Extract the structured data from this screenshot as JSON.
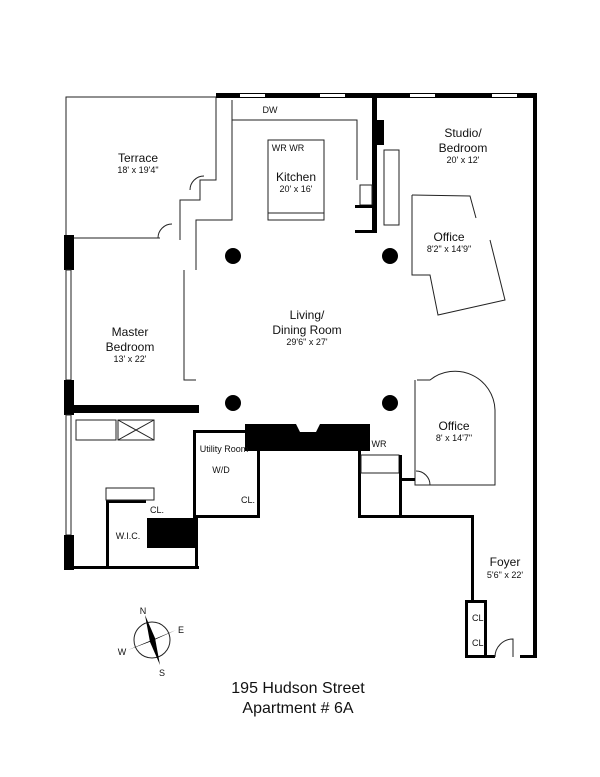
{
  "rooms": {
    "terrace": {
      "name": "Terrace",
      "dim": "18' x 19'4\""
    },
    "kitchen": {
      "name": "Kitchen",
      "dim": "20' x 16'"
    },
    "studio": {
      "name1": "Studio/",
      "name2": "Bedroom",
      "dim": "20' x 12'"
    },
    "office_north": {
      "name": "Office",
      "dim": "8'2\" x 14'9\""
    },
    "living": {
      "name1": "Living/",
      "name2": "Dining Room",
      "dim": "29'6\" x 27'"
    },
    "master": {
      "name1": "Master",
      "name2": "Bedroom",
      "dim": "13' x 22'"
    },
    "office_south": {
      "name": "Office",
      "dim": "8' x 14'7\""
    },
    "utility": {
      "name": "Utility Room"
    },
    "foyer": {
      "name": "Foyer",
      "dim": "5'6\" x 22'"
    }
  },
  "fixtures": {
    "dw": "DW",
    "wr_wr": "WR WR",
    "wr": "WR",
    "wd": "W/D",
    "cl": "CL.",
    "wic": "W.I.C."
  },
  "compass": {
    "n": "N",
    "e": "E",
    "s": "S",
    "w": "W"
  },
  "title": {
    "line1": "195 Hudson Street",
    "line2": "Apartment # 6A"
  }
}
